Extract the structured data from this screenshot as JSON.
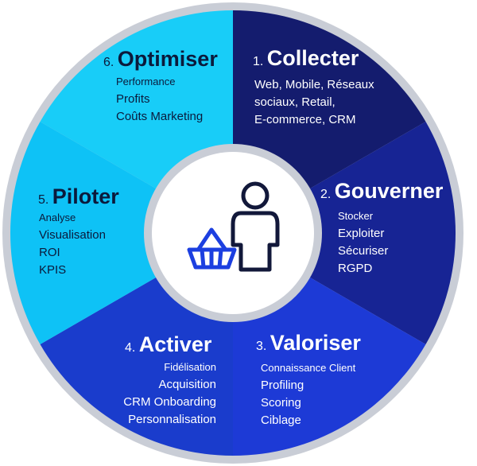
{
  "colors": {
    "ring": "#c9cdd6",
    "center": "#ffffff",
    "icon": "#1c3fe0",
    "icon_person": "#12183a",
    "dark_text": "#0b1a3c"
  },
  "center": {
    "icons": [
      "shopping-basket-icon",
      "person-icon"
    ]
  },
  "segments": [
    {
      "number": "1.",
      "title": "Collecter",
      "items": [
        "Web, Mobile, Réseaux",
        "sociaux, Retail,",
        "E-commerce, CRM"
      ],
      "color": "#141c6e"
    },
    {
      "number": "2.",
      "title": "Gouverner",
      "items": [
        "Stocker",
        "Exploiter",
        "Sécuriser",
        "RGPD"
      ],
      "color": "#172494"
    },
    {
      "number": "3.",
      "title": "Valoriser",
      "items": [
        "Connaissance Client",
        "Profiling",
        "Scoring",
        "Ciblage"
      ],
      "color": "#1d3ad6"
    },
    {
      "number": "4.",
      "title": "Activer",
      "items": [
        "Fidélisation",
        "Acquisition",
        "CRM Onboarding",
        "Personnalisation"
      ],
      "color": "#1a3ccc"
    },
    {
      "number": "5.",
      "title": "Piloter",
      "items": [
        "Analyse",
        "Visualisation",
        "ROI",
        "KPIS"
      ],
      "color": "#0ec2f6"
    },
    {
      "number": "6.",
      "title": "Optimiser",
      "items": [
        "Performance",
        "Profits",
        "Coûts Marketing"
      ],
      "color": "#18cdf8"
    }
  ]
}
